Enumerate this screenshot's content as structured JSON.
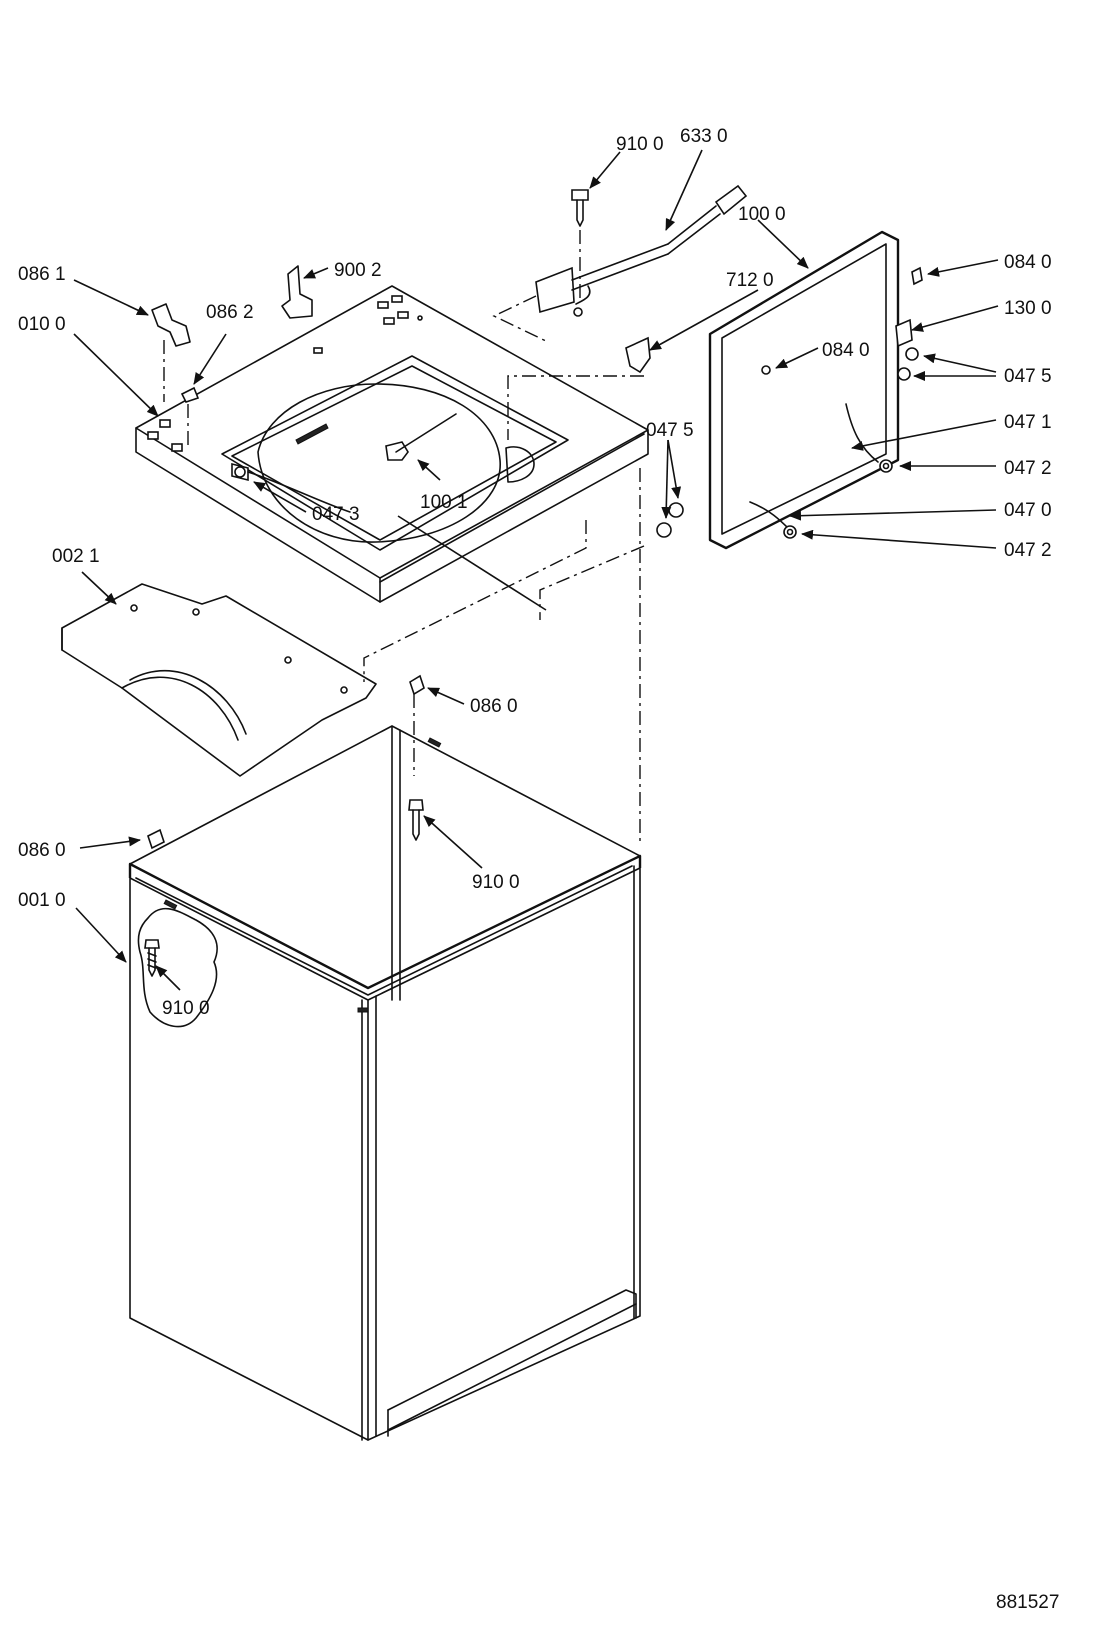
{
  "diagram": {
    "labels": {
      "l_0861": "086 1",
      "l_0100": "010 0",
      "l_0862": "086 2",
      "l_9002": "900 2",
      "l_9100_top": "910 0",
      "l_6330": "633 0",
      "l_1000": "100 0",
      "l_0840_right": "084 0",
      "l_7120": "712 0",
      "l_1300": "130 0",
      "l_0840_inner": "084 0",
      "l_0475_right": "047 5",
      "l_0471": "047 1",
      "l_0475_left": "047 5",
      "l_0472_upper": "047 2",
      "l_1001": "100 1",
      "l_0473": "047 3",
      "l_0470": "047 0",
      "l_0472_lower": "047 2",
      "l_0021": "002 1",
      "l_0860_mid": "086 0",
      "l_0860_left": "086 0",
      "l_9100_mid": "910 0",
      "l_0010": "001 0",
      "l_9100_cab": "910 0"
    },
    "drawing_number": "881527"
  }
}
